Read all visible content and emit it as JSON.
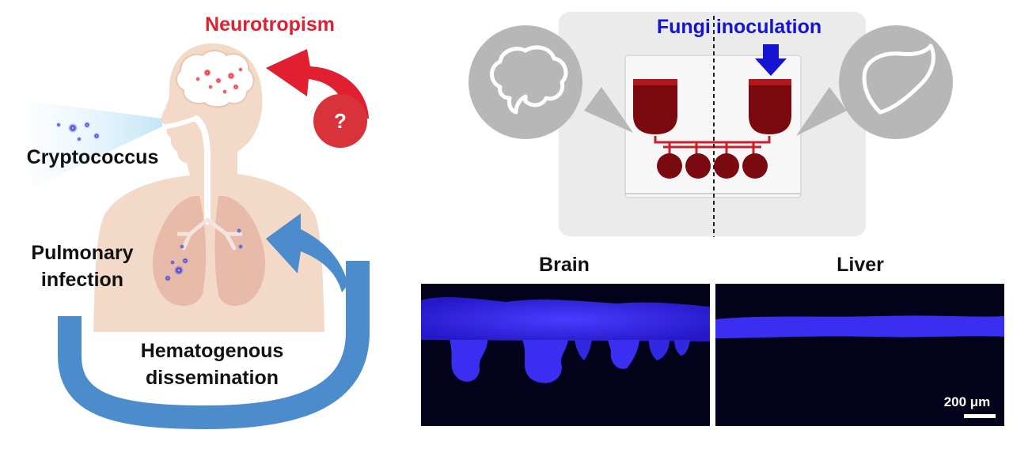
{
  "labels": {
    "neurotropism": "Neurotropism",
    "question_mark": "?",
    "cryptococcus": "Cryptococcus",
    "pulmonary_line1": "Pulmonary",
    "pulmonary_line2": "infection",
    "hemato_line1": "Hematogenous",
    "hemato_line2": "dissemination",
    "fungi_inoculation": "Fungi inoculation",
    "brain_panel": "Brain",
    "liver_panel": "Liver",
    "scale_bar": "200 μm"
  },
  "colors": {
    "neurotropism_red": "#e02030",
    "fungi_blue": "#1414d2",
    "blood_red": "#7a0a10",
    "arrow_blue": "#4d8ccc",
    "skin": "#f2d9c8",
    "lung": "#e6b4a4",
    "fluorescence_blue": "#3c32ff",
    "callout_gray": "#b7b7b7"
  },
  "icons": [
    "brain-icon",
    "liver-icon",
    "down-arrow-icon",
    "spore-dots-icon"
  ]
}
